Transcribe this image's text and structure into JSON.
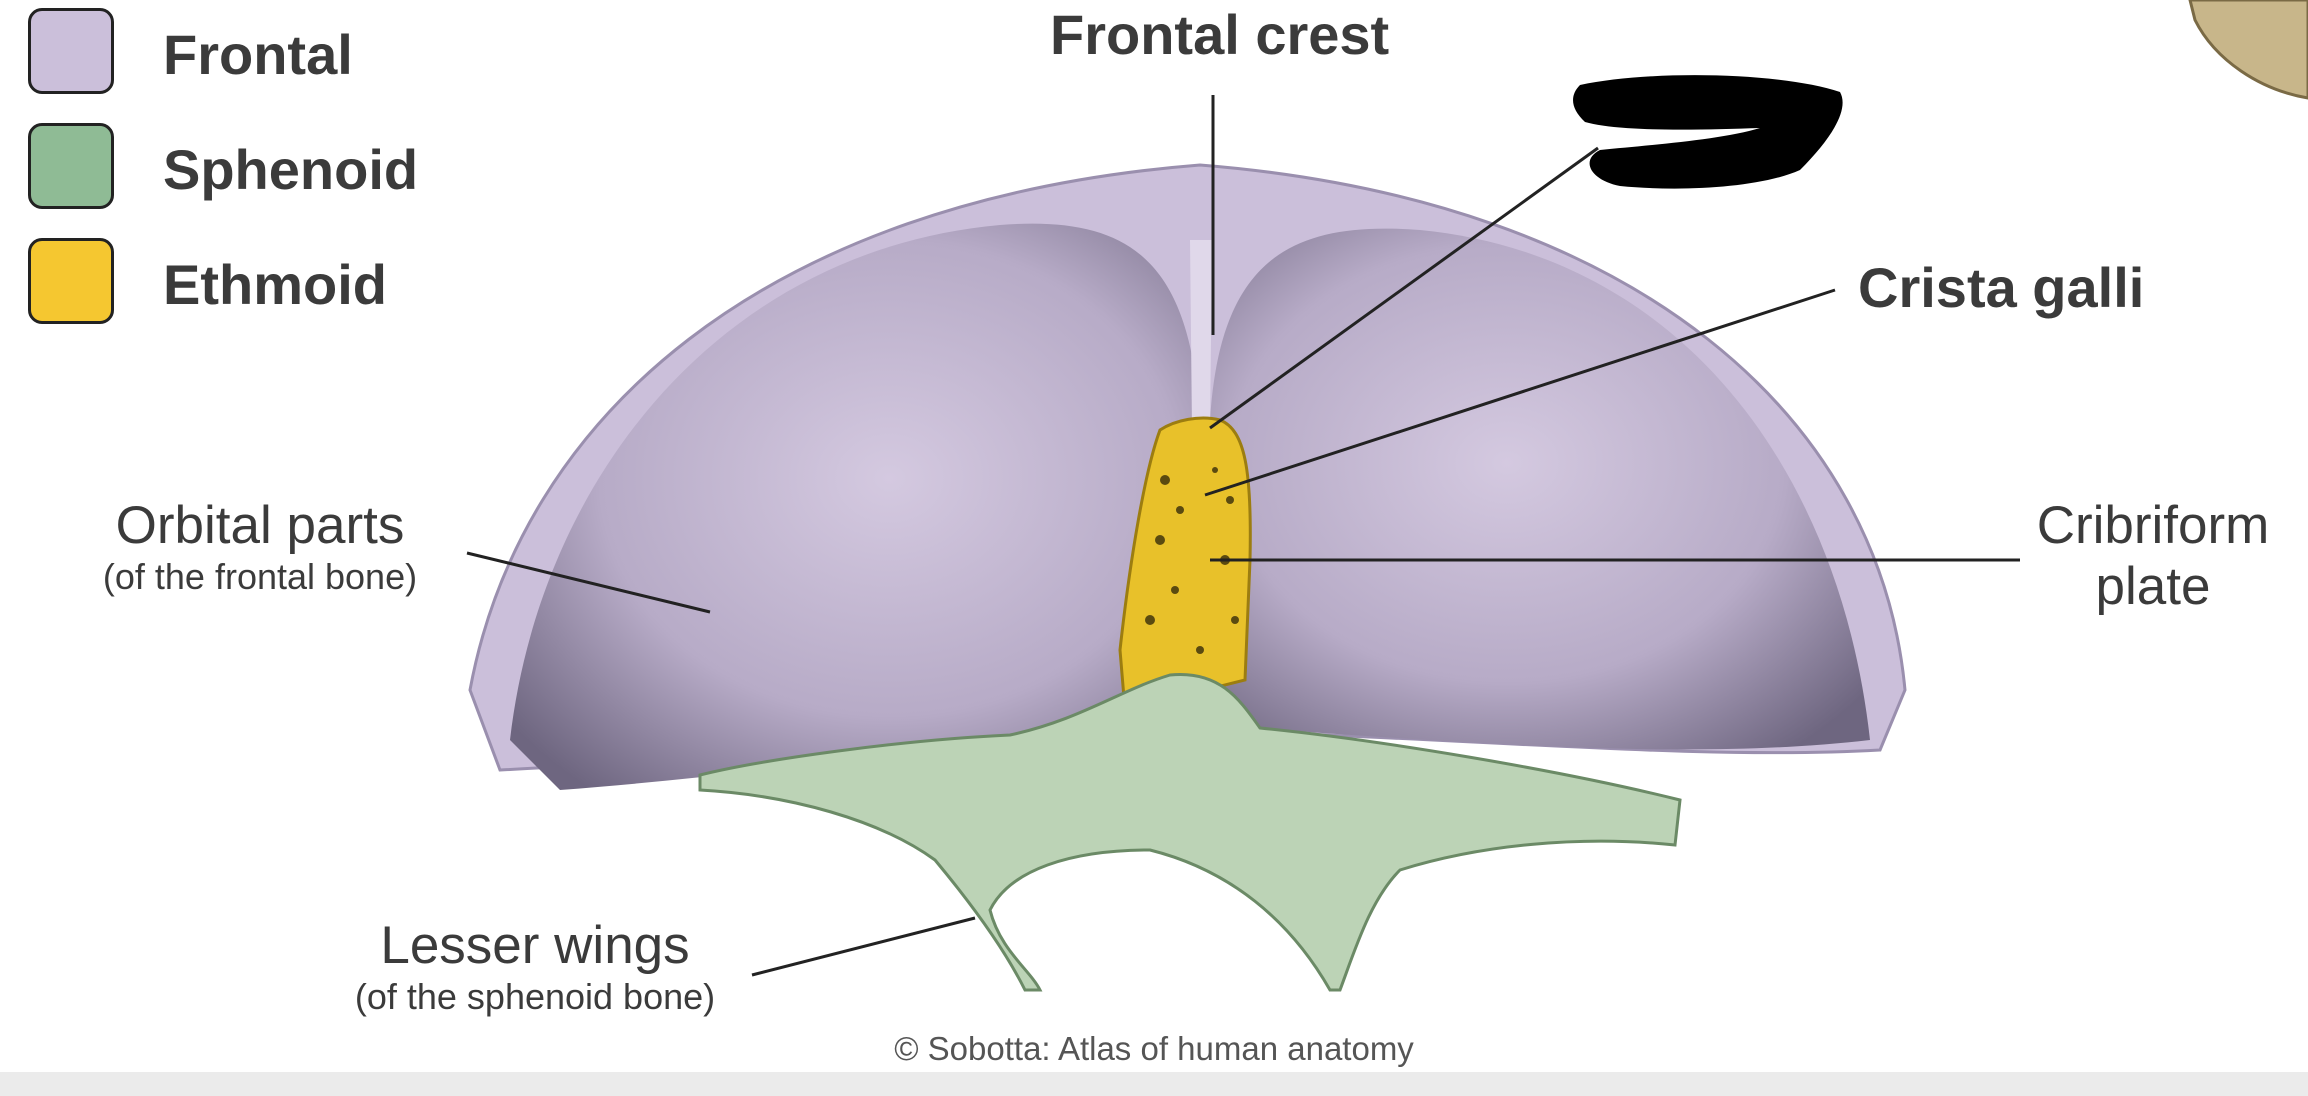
{
  "legend": [
    {
      "label": "Frontal",
      "color": "#cbbfda"
    },
    {
      "label": "Sphenoid",
      "color": "#8fbb95"
    },
    {
      "label": "Ethmoid",
      "color": "#f5c730"
    }
  ],
  "labels": {
    "frontal_crest": "Frontal crest",
    "crista_galli": "Crista galli",
    "cribriform_line1": "Cribriform",
    "cribriform_line2": "plate",
    "orbital_parts": "Orbital parts",
    "orbital_parts_sub": "(of the frontal bone)",
    "lesser_wings": "Lesser wings",
    "lesser_wings_sub": "(of the sphenoid bone)"
  },
  "copyright": "© Sobotta: Atlas of human anatomy",
  "colors": {
    "frontal_fill": "#cbbfda",
    "frontal_shadow": "#8f84a0",
    "sphenoid_fill": "#bcd3b6",
    "ethmoid_fill": "#e8c12a",
    "line": "#222222",
    "redaction": "#000000"
  }
}
